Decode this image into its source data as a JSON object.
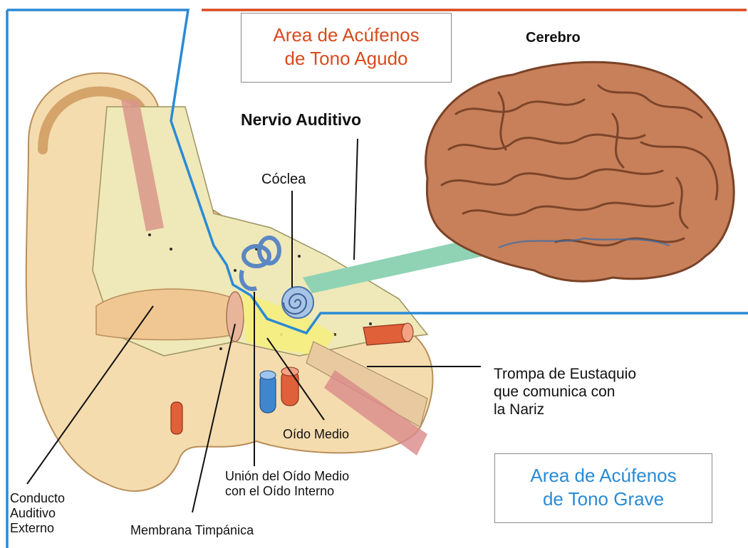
{
  "colors": {
    "high_tone_area": "#d94a1e",
    "low_tone_area": "#2a8ad6",
    "nerve": "#8fd3b4",
    "brain": "#c7805a",
    "ear_skin": "#f2d8a8",
    "bone": "#efe8b8"
  },
  "boxes": {
    "high_tone": "Area de Acúfenos\nde Tono Agudo",
    "low_tone": "Area de Acúfenos\nde Tono Grave"
  },
  "labels": {
    "brain": "Cerebro",
    "auditory_nerve": "Nervio Auditivo",
    "cochlea": "Cóclea",
    "eustachian_tube": "Trompa de Eustaquio\nque comunica con\nla Nariz",
    "middle_ear": "Oído Medio",
    "junction": "Unión del Oído Medio\ncon el Oído Interno",
    "ear_canal": "Conducto\nAuditivo\nExterno",
    "eardrum": "Membrana Timpánica"
  }
}
